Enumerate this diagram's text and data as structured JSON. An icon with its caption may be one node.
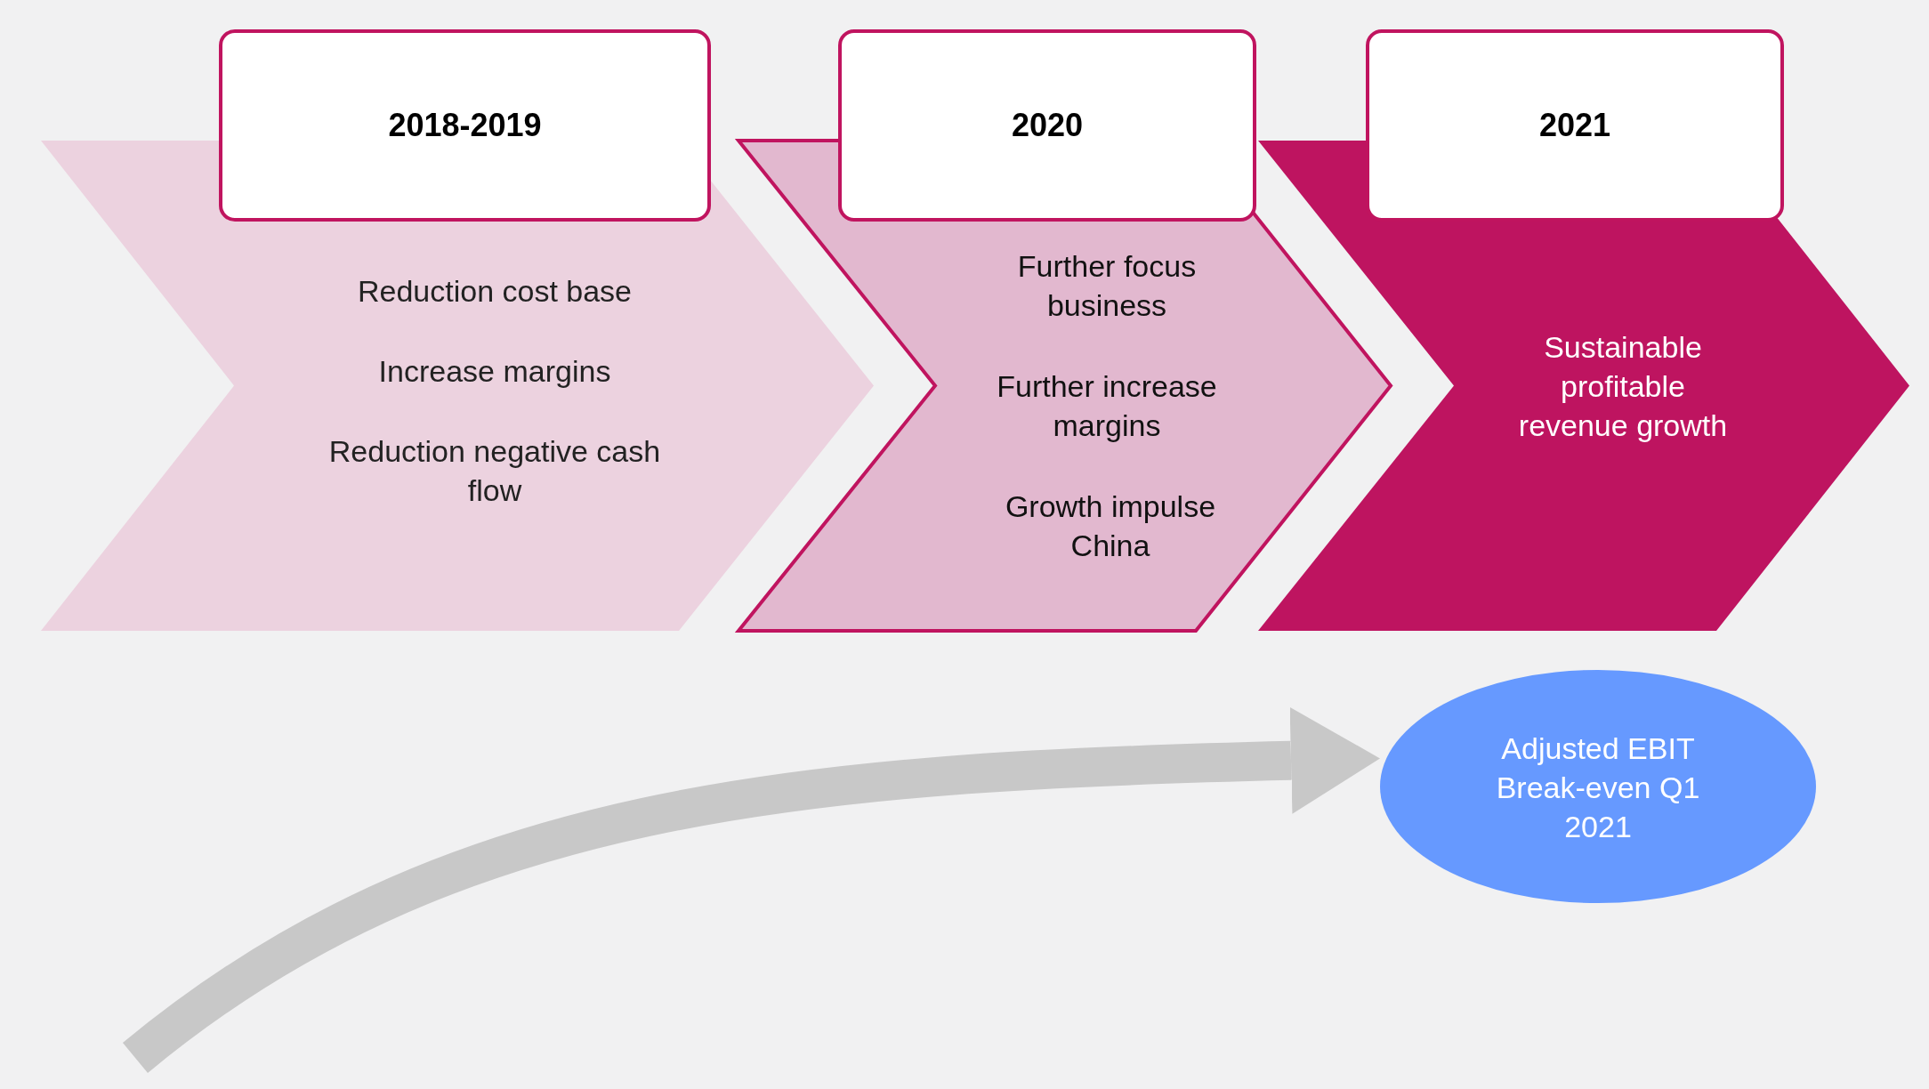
{
  "diagram": {
    "nodes": [
      {
        "text": [
          "2018-2019"
        ]
      },
      {
        "text": [
          "Reduction cost base",
          "Increase margins",
          "Reduction negative cash flow"
        ]
      },
      {
        "text": [
          "2020"
        ]
      },
      {
        "text": [
          "Further focus business",
          "Further increase margins",
          "Growth impulse China"
        ]
      },
      {
        "text": [
          "2021"
        ]
      },
      {
        "text": [
          "Sustainable profitable revenue growth"
        ]
      },
      {
        "text": [
          "Adjusted EBIT Break-even Q1 2021"
        ]
      }
    ],
    "edges": [
      {
        "from": null,
        "to": 6,
        "arrow": "to"
      }
    ]
  }
}
